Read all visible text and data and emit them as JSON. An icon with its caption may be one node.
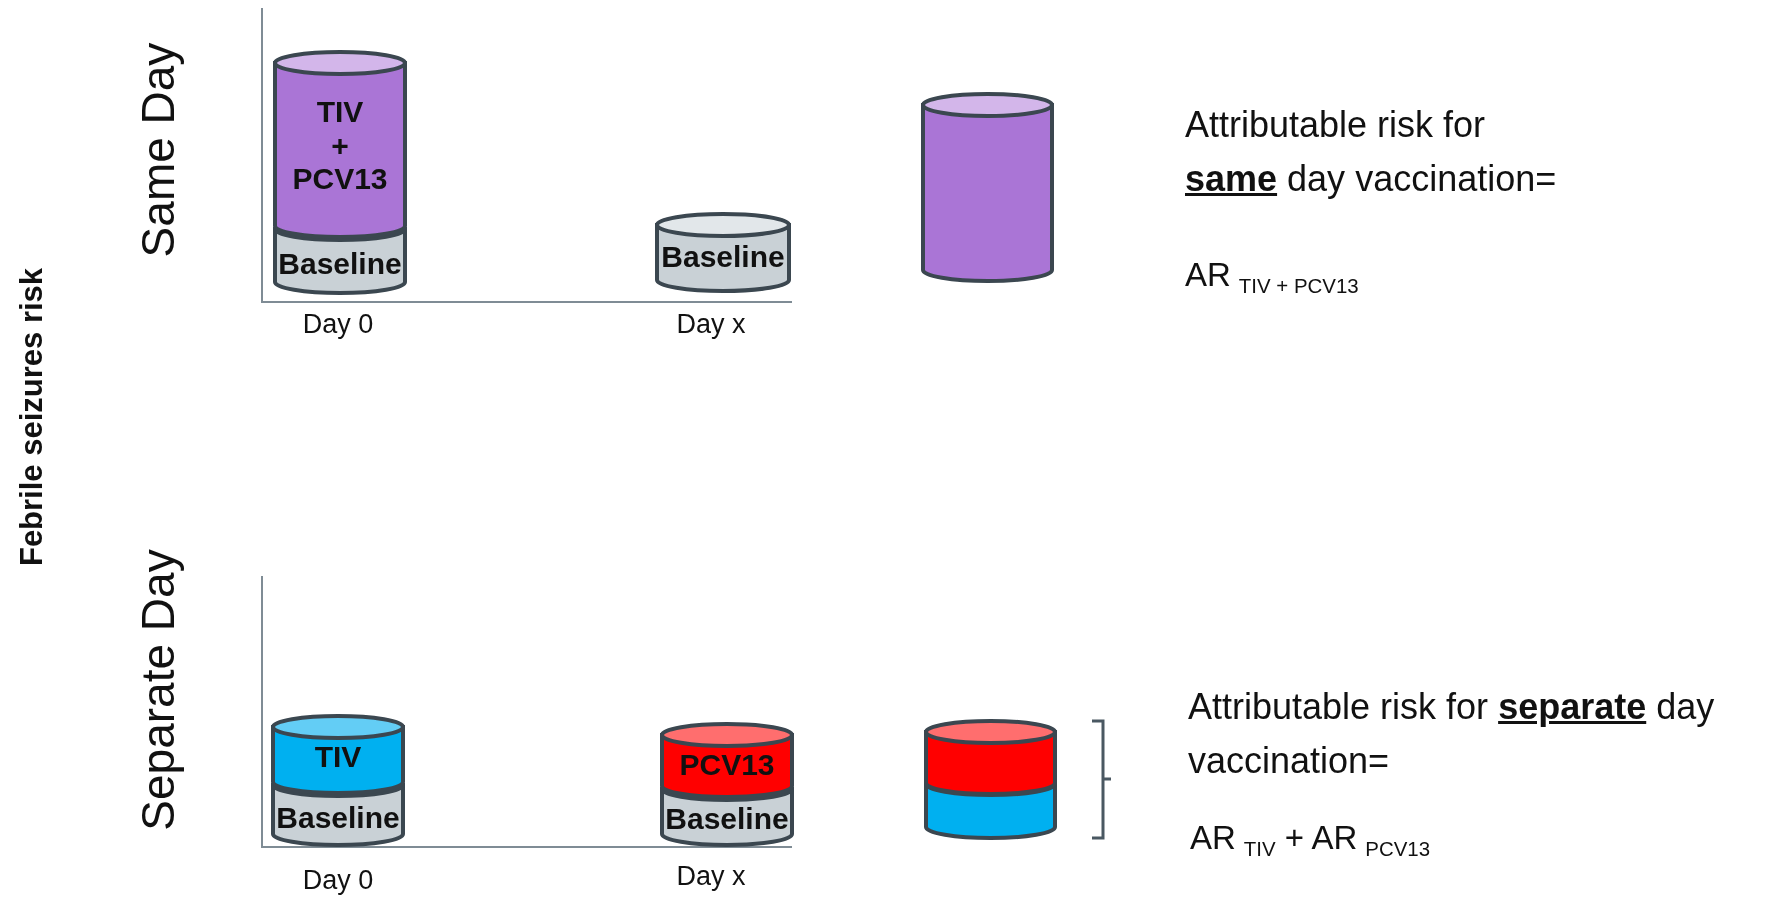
{
  "diagram": {
    "nodes": [
      {
        "text": [
          "TIV + PCV13"
        ]
      },
      {
        "text": [
          "Baseline"
        ]
      },
      {
        "text": [
          "Baseline"
        ]
      },
      {
        "text": [],
        "shape": "cylinder"
      },
      {
        "text": [
          "TIV"
        ]
      },
      {
        "text": [
          "Baseline"
        ]
      },
      {
        "text": [
          "PCV13"
        ]
      },
      {
        "text": [
          "Baseline"
        ]
      },
      {
        "text": [],
        "shape": "cylinder"
      },
      {
        "text": [],
        "shape": "cylinder"
      }
    ],
    "edges": [],
    "labels": [
      "Febrile seizures risk",
      "Same Day",
      "Day 0",
      "Day x",
      "Attributable risk for **same** day vaccination=",
      "AR$_{TIV + PCV13}$",
      "Separate Day",
      "Day 0",
      "Day x",
      "Attributable risk for **separate** day vaccination=",
      "AR$_{TIV}$ + AR$_{PCV13}$"
    ]
  }
}
